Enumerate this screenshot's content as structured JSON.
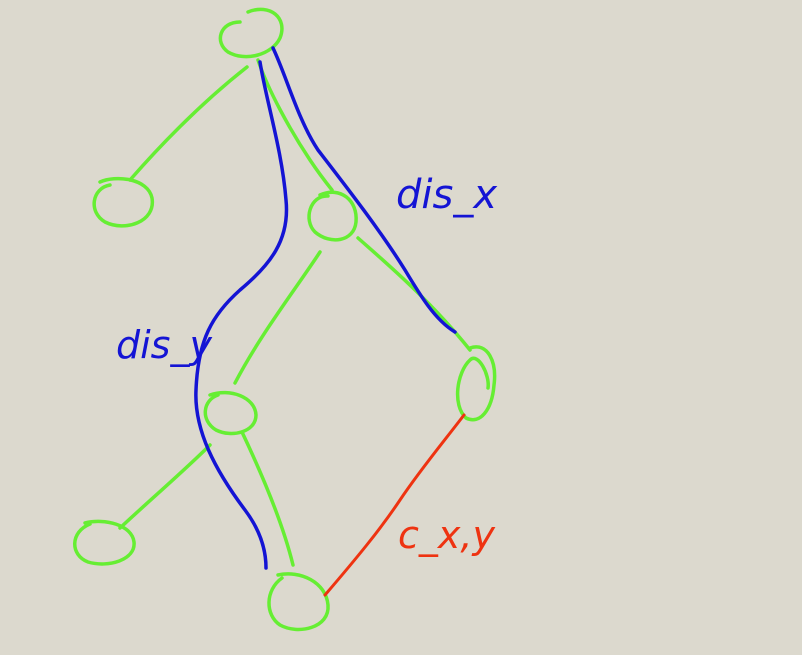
{
  "colors": {
    "background": "#dcd9ce",
    "tree": "#66ee33",
    "distance": "#1414d4",
    "cost": "#ee3311"
  },
  "labels": {
    "dis_x": "dis_x",
    "dis_y": "dis_y",
    "c_xy": "c_x,y"
  }
}
